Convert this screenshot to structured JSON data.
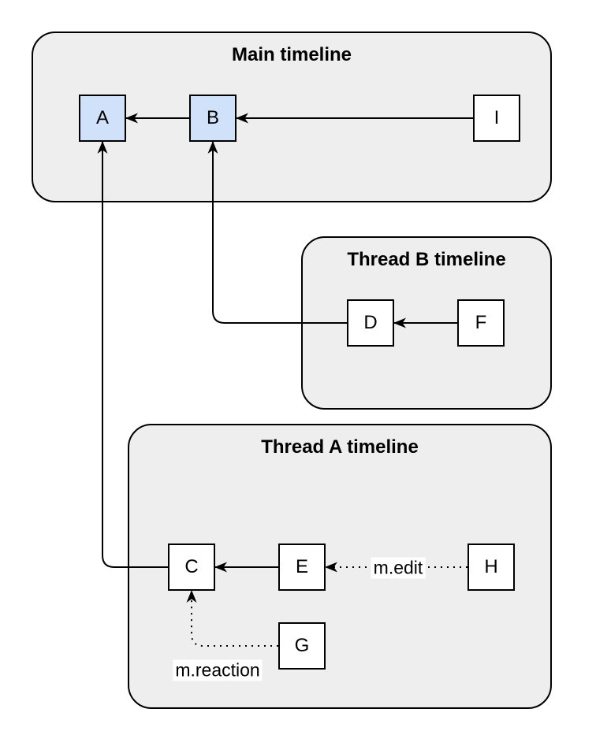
{
  "diagram": {
    "containers": [
      {
        "id": "main",
        "title": "Main timeline"
      },
      {
        "id": "thread-b",
        "title": "Thread B timeline"
      },
      {
        "id": "thread-a",
        "title": "Thread A timeline"
      }
    ],
    "nodes": [
      {
        "id": "A",
        "label": "A",
        "container": "main",
        "highlighted": true
      },
      {
        "id": "B",
        "label": "B",
        "container": "main",
        "highlighted": true
      },
      {
        "id": "I",
        "label": "I",
        "container": "main",
        "highlighted": false
      },
      {
        "id": "D",
        "label": "D",
        "container": "thread-b",
        "highlighted": false
      },
      {
        "id": "F",
        "label": "F",
        "container": "thread-b",
        "highlighted": false
      },
      {
        "id": "C",
        "label": "C",
        "container": "thread-a",
        "highlighted": false
      },
      {
        "id": "E",
        "label": "E",
        "container": "thread-a",
        "highlighted": false
      },
      {
        "id": "H",
        "label": "H",
        "container": "thread-a",
        "highlighted": false
      },
      {
        "id": "G",
        "label": "G",
        "container": "thread-a",
        "highlighted": false
      }
    ],
    "edges": [
      {
        "from": "B",
        "to": "A",
        "style": "solid",
        "label": ""
      },
      {
        "from": "I",
        "to": "B",
        "style": "solid",
        "label": ""
      },
      {
        "from": "F",
        "to": "D",
        "style": "solid",
        "label": ""
      },
      {
        "from": "D",
        "to": "B",
        "style": "solid",
        "label": ""
      },
      {
        "from": "E",
        "to": "C",
        "style": "solid",
        "label": ""
      },
      {
        "from": "C",
        "to": "A",
        "style": "solid",
        "label": ""
      },
      {
        "from": "H",
        "to": "E",
        "style": "dotted",
        "label": "m.edit"
      },
      {
        "from": "G",
        "to": "C",
        "style": "dotted",
        "label": "m.reaction"
      }
    ],
    "colors": {
      "page_bg": "#ffffff",
      "container_fill": "#eeeeee",
      "container_stroke": "#000000",
      "node_fill": "#ffffff",
      "node_highlight_fill": "#cfe2f9",
      "node_stroke": "#000000",
      "edge_color": "#000000",
      "edge_label_bg": "#ffffff",
      "text_color": "#000000"
    }
  }
}
